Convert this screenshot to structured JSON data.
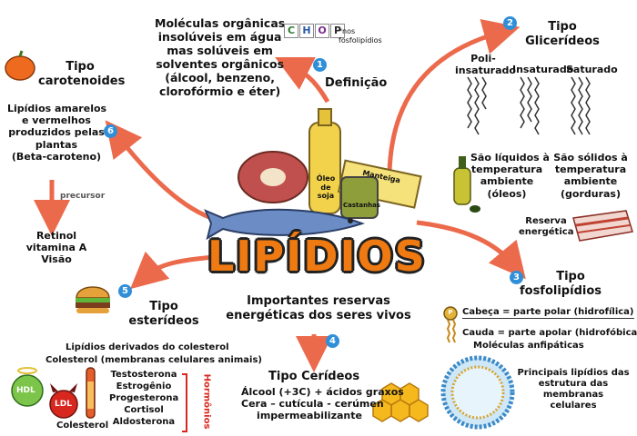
{
  "center": {
    "title": "LIPÍDIOS",
    "oleo": "Óleo de soja",
    "manteiga": "Manteiga",
    "castanhas": "Castanhas"
  },
  "definicao": {
    "lines": [
      "Moléculas orgânicas",
      "insolúveis em água",
      "mas solúveis em",
      "solventes orgânicos",
      "(álcool, benzeno,",
      "clorofórmio e éter)"
    ],
    "chop": [
      "C",
      "H",
      "O",
      "P"
    ],
    "chop_note": "*nos fosfolipídios",
    "label": "Definição",
    "num": "1"
  },
  "glicerideos": {
    "num": "2",
    "title_1": "Tipo",
    "title_2": "Glicerídeos",
    "poli": "Poli-",
    "insaturado_1": "insaturado",
    "insaturado_2": "Insaturado",
    "saturado": "Saturado",
    "liquidos": [
      "São líquidos à",
      "temperatura",
      "ambiente",
      "(óleos)"
    ],
    "solidos": [
      "São sólidos à",
      "temperatura",
      "ambiente",
      "(gorduras)"
    ],
    "reserva": [
      "Reserva",
      "energética"
    ]
  },
  "fosfolipidios": {
    "num": "3",
    "title_1": "Tipo",
    "title_2": "fosfolipídios",
    "cabeca": "Cabeça = parte polar (hidrofílica)",
    "cauda": "Cauda = parte apolar (hidrofóbica)",
    "anfipaticas": "Moléculas anfipáticas",
    "membrana": [
      "Principais lipídios das",
      "estrutura das",
      "membranas",
      "celulares"
    ],
    "p_label": "P"
  },
  "cerideos": {
    "num": "4",
    "title": "Tipo Cerídeos",
    "line1": "Álcool (+3C) + ácidos graxos",
    "line2": "Cera – cutícula - cerúmen",
    "line3": "impermeabilizante"
  },
  "reservas": [
    "Importantes  reservas",
    "energéticas dos seres vivos"
  ],
  "esterideos": {
    "num": "5",
    "title_1": "Tipo",
    "title_2": "esterídeos",
    "derivados": "Lipídios derivados do colesterol",
    "colesterol_m": "Colesterol (membranas celulares animais)",
    "hormonios": [
      "Testosterona",
      "Estrogênio",
      "Progesterona",
      "Cortisol",
      "Aldosterona"
    ],
    "hormonios_label": "Hormônios",
    "hdl": "HDL",
    "ldl": "LDL",
    "colesterol": "Colesterol"
  },
  "carotenoides": {
    "num": "6",
    "title_1": "Tipo",
    "title_2": "carotenoides",
    "desc": [
      "Lipídios amarelos",
      "e vermelhos",
      "produzidos pelas",
      "plantas",
      "(Beta-caroteno)"
    ],
    "precursor": "precursor",
    "retinol": [
      "Retinol",
      "vitamina A",
      "Visão"
    ]
  },
  "colors": {
    "arrow": "#ec6a4c",
    "title": "#f07a12",
    "num": "#2f8fd8"
  }
}
